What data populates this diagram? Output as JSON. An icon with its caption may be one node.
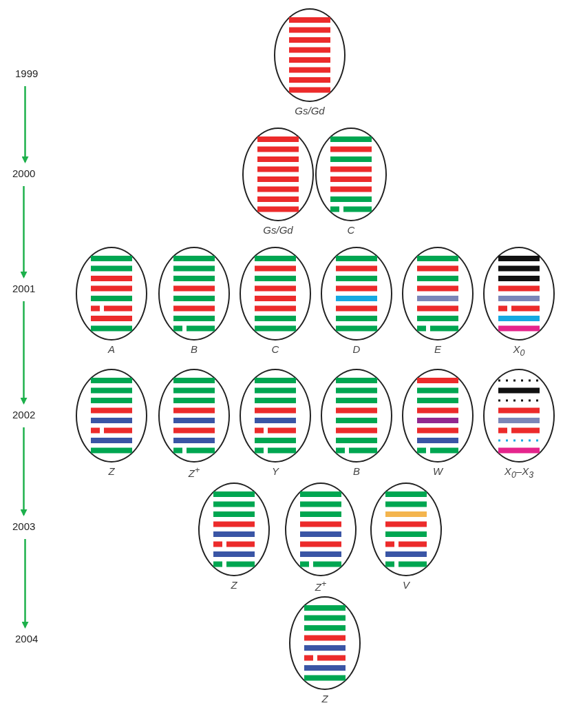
{
  "diagram": {
    "nodes": [
      {
        "text": [
          "1999"
        ]
      },
      {
        "text": [],
        "shape": "oval",
        "beside": [
          "Gs/Gd"
        ]
      },
      {
        "text": [
          "2000"
        ]
      },
      {
        "text": [],
        "shape": "oval",
        "beside": [
          "Gs/Gd"
        ]
      },
      {
        "text": [],
        "shape": "oval",
        "beside": [
          "C"
        ]
      },
      {
        "text": [
          "2001"
        ]
      },
      {
        "text": [],
        "shape": "oval",
        "beside": [
          "A"
        ]
      },
      {
        "text": [],
        "shape": "oval",
        "beside": [
          "B"
        ]
      },
      {
        "text": [],
        "shape": "oval",
        "beside": [
          "C"
        ]
      },
      {
        "text": [],
        "shape": "oval",
        "beside": [
          "D"
        ]
      },
      {
        "text": [],
        "shape": "oval",
        "beside": [
          "E"
        ]
      },
      {
        "text": [],
        "shape": "oval",
        "beside": [
          "X$_{0}$"
        ]
      },
      {
        "text": [
          "2002"
        ]
      },
      {
        "text": [],
        "shape": "oval",
        "beside": [
          "Z"
        ]
      },
      {
        "text": [],
        "shape": "oval",
        "beside": [
          "Z$^{+}$"
        ]
      },
      {
        "text": [],
        "shape": "oval",
        "beside": [
          "Y"
        ]
      },
      {
        "text": [],
        "shape": "oval",
        "beside": [
          "B"
        ]
      },
      {
        "text": [],
        "shape": "oval",
        "beside": [
          "W"
        ]
      },
      {
        "text": [],
        "shape": "oval",
        "beside": [
          "X$_{0}$–X$_{3}$"
        ]
      },
      {
        "text": [
          "2003"
        ]
      },
      {
        "text": [],
        "shape": "oval",
        "beside": [
          "Z"
        ]
      },
      {
        "text": [],
        "shape": "oval",
        "beside": [
          "Z$^{+}$"
        ]
      },
      {
        "text": [],
        "shape": "oval",
        "beside": [
          "V"
        ]
      },
      {
        "text": [
          "2004"
        ]
      },
      {
        "text": [],
        "shape": "oval",
        "beside": [
          "Z"
        ]
      }
    ],
    "edges": [
      {
        "from": 0,
        "to": 2,
        "arrow": "to"
      },
      {
        "from": 2,
        "to": 5,
        "arrow": "to"
      },
      {
        "from": 5,
        "to": 12,
        "arrow": "to"
      },
      {
        "from": 12,
        "to": 19,
        "arrow": "to"
      },
      {
        "from": 19,
        "to": 23,
        "arrow": "to"
      }
    ]
  }
}
